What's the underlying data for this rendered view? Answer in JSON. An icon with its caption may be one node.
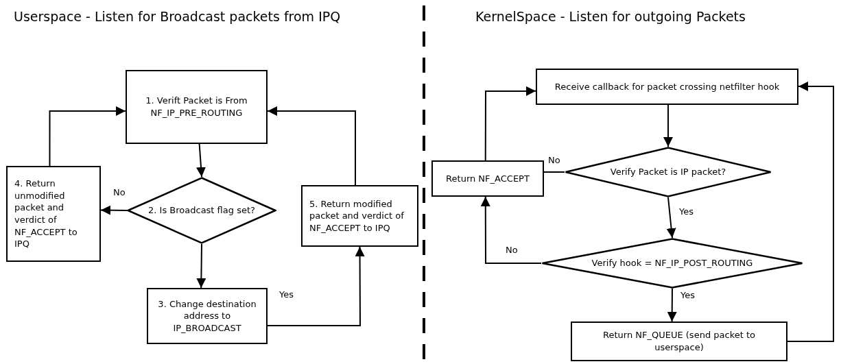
{
  "diagram": {
    "nodes": [
      {
        "text": [
          "1. Verift Packet is From NF_IP_PRE_ROUTING"
        ]
      },
      {
        "text": [
          "2. Is Broadcast flag set?"
        ]
      },
      {
        "text": [
          "3. Change destination address to IP_BROADCAST"
        ]
      },
      {
        "text": [
          "4. Return unmodified packet and verdict of NF_ACCEPT to IPQ"
        ]
      },
      {
        "text": [
          "5. Return modified packet and verdict of NF_ACCEPT to IPQ"
        ]
      },
      {
        "text": [
          "Receive callback for packet crossing netfilter hook"
        ]
      },
      {
        "text": [
          "Verify Packet is IP packet?"
        ]
      },
      {
        "text": [
          "Return NF_ACCEPT"
        ]
      },
      {
        "text": [
          "Verify hook = NF_IP_POST_ROUTING"
        ]
      },
      {
        "text": [
          "Return NF_QUEUE (send packet to userspace)"
        ]
      }
    ],
    "edges": [
      {
        "from": 0,
        "to": 1,
        "arrow": "to"
      },
      {
        "from": 1,
        "to": 3,
        "arrow": "to",
        "label": "No"
      },
      {
        "from": 1,
        "to": 2,
        "arrow": "to"
      },
      {
        "from": 2,
        "to": 4,
        "arrow": "to",
        "label": "Yes"
      },
      {
        "from": 3,
        "to": 0,
        "arrow": "to"
      },
      {
        "from": 4,
        "to": 0,
        "arrow": "to"
      },
      {
        "from": 5,
        "to": 6,
        "arrow": "to"
      },
      {
        "from": 6,
        "to": 7,
        "arrow": "none",
        "label": "No"
      },
      {
        "from": 6,
        "to": 8,
        "arrow": "to",
        "label": "Yes"
      },
      {
        "from": 8,
        "to": 7,
        "arrow": "to",
        "label": "No"
      },
      {
        "from": 8,
        "to": 9,
        "arrow": "to",
        "label": "Yes"
      },
      {
        "from": 9,
        "to": 5,
        "arrow": "to"
      },
      {
        "from": 7,
        "to": 5,
        "arrow": "to"
      }
    ],
    "labels": [
      "Userspace - Listen for Broadcast packets from IPQ",
      "KernelSpace - Listen for outgoing Packets"
    ]
  }
}
